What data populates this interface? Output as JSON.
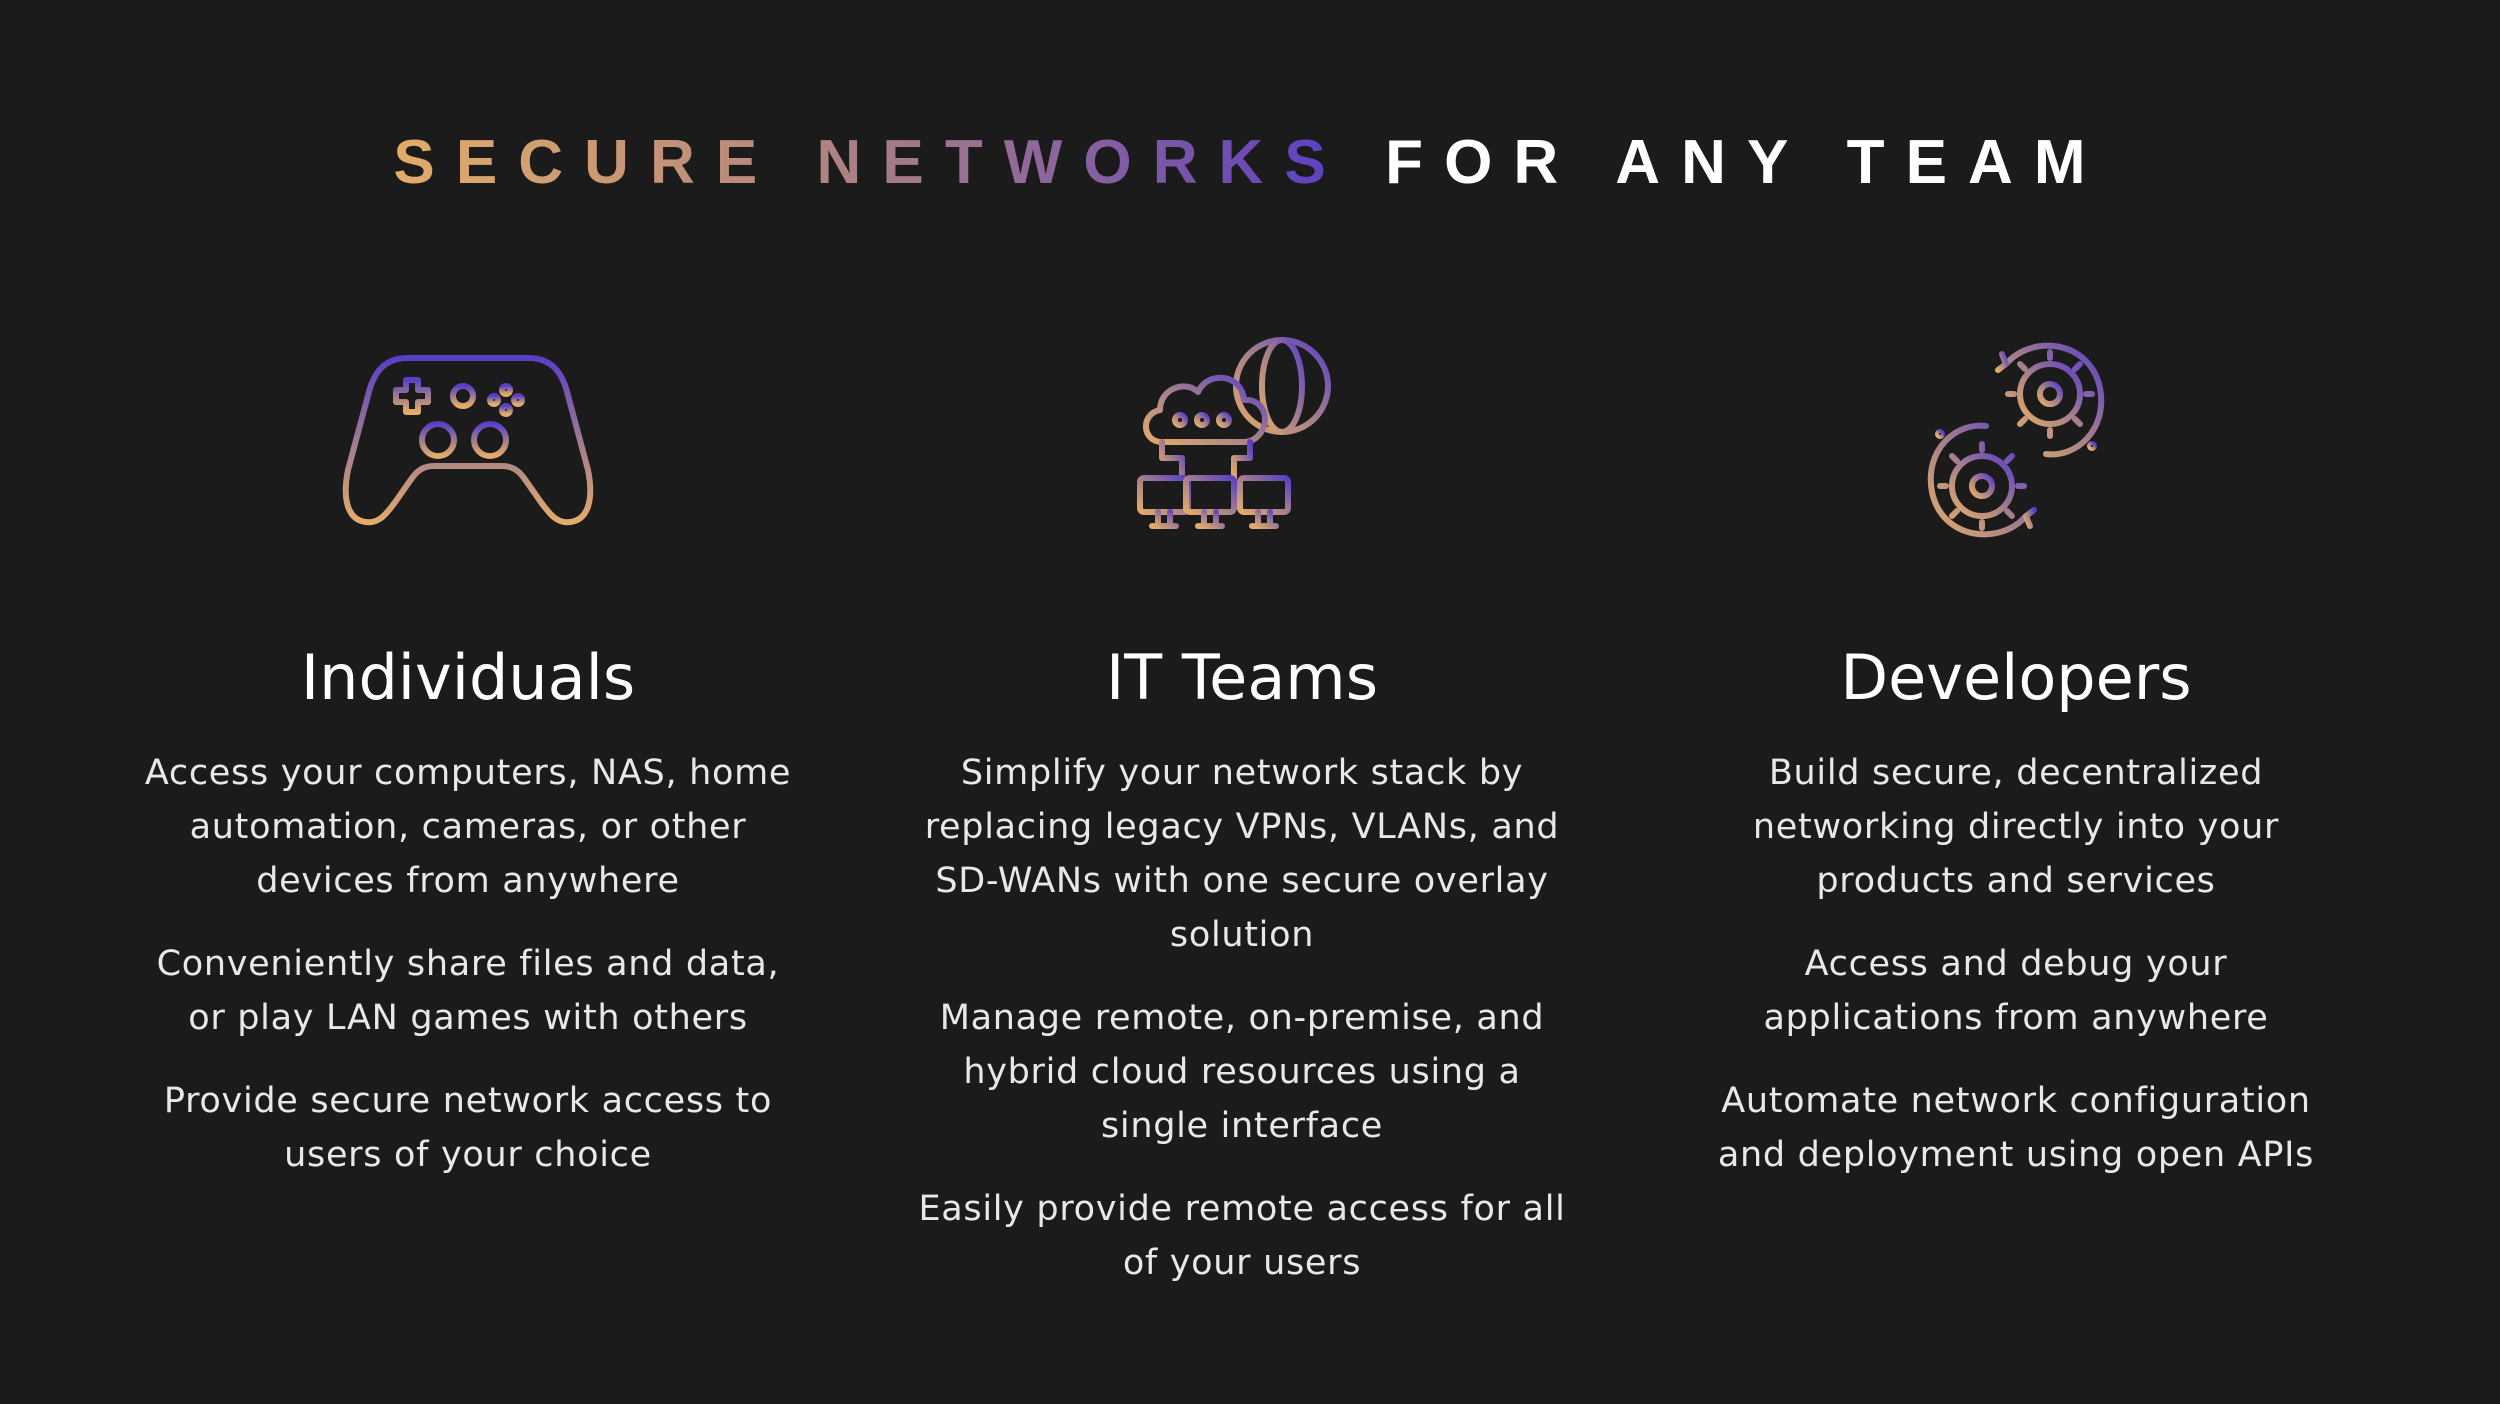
{
  "headline": {
    "gradient_text": "SECURE NETWORKS",
    "plain_text": "FOR ANY TEAM",
    "gradient_colors": [
      "#e3ac6a",
      "#7452ad",
      "#5a3fc6"
    ]
  },
  "columns": [
    {
      "icon": "gamepad-icon",
      "title": "Individuals",
      "items": [
        "Access your computers, NAS, home automation, cameras, or other devices from anywhere",
        "Conveniently share files and data, or play LAN games with others",
        "Provide secure network access to users of your choice"
      ]
    },
    {
      "icon": "cloud-network-icon",
      "title": "IT Teams",
      "items": [
        "Simplify your network stack by replacing legacy VPNs, VLANs, and SD-WANs with one secure overlay solution",
        "Manage remote, on-premise, and hybrid cloud resources using a single interface",
        "Easily provide remote access for all of your users"
      ]
    },
    {
      "icon": "gears-cycle-icon",
      "title": "Developers",
      "items": [
        "Build secure, decentralized networking directly into your products and services",
        "Access and debug your applications from anywhere",
        "Automate network configuration and deployment using open APIs"
      ]
    }
  ],
  "colors": {
    "background": "#1b1b1b",
    "accent_orange": "#e3ac6a",
    "accent_purple": "#5a3fc6"
  }
}
